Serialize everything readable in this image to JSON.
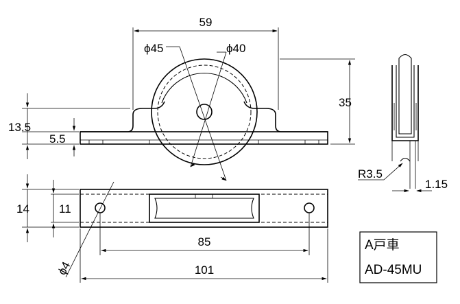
{
  "dimensions": {
    "width_top": "59",
    "dia_outer": "ϕ45",
    "dia_inner": "ϕ40",
    "height_right": "35",
    "height_left": "13.5",
    "plate_thickness": "5.5",
    "base_height": "14",
    "base_inner": "11",
    "hole_spacing": "85",
    "total_length": "101",
    "hole_dia": "ϕ4",
    "radius": "R3.5",
    "offset": "1.15"
  },
  "product_box": {
    "type_label": "A戸車",
    "model": "AD-45MU"
  }
}
